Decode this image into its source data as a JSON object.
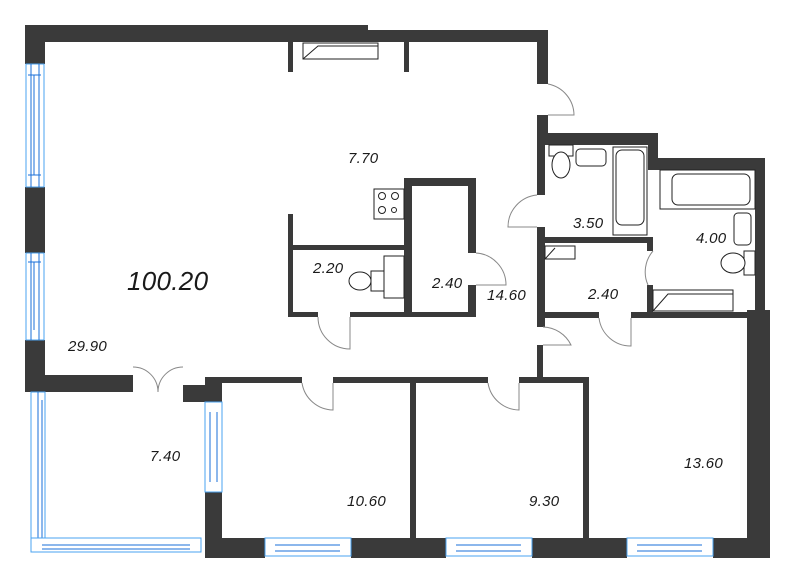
{
  "plan": {
    "total_area": "100.20",
    "rooms": [
      {
        "id": "living",
        "area": "29.90"
      },
      {
        "id": "kitchen",
        "area": "7.70"
      },
      {
        "id": "toilet",
        "area": "2.20"
      },
      {
        "id": "storage",
        "area": "2.40"
      },
      {
        "id": "hall",
        "area": "14.60"
      },
      {
        "id": "bathroom-1",
        "area": "3.50"
      },
      {
        "id": "bathroom-2",
        "area": "4.00"
      },
      {
        "id": "closet",
        "area": "2.40"
      },
      {
        "id": "balcony",
        "area": "7.40"
      },
      {
        "id": "bedroom-1",
        "area": "10.60"
      },
      {
        "id": "bedroom-2",
        "area": "9.30"
      },
      {
        "id": "bedroom-3",
        "area": "13.60"
      }
    ],
    "colors": {
      "wall": "#3a3a3a",
      "window": "#4aa3f0",
      "window_line": "#1a6fd8",
      "background": "#ffffff"
    }
  }
}
